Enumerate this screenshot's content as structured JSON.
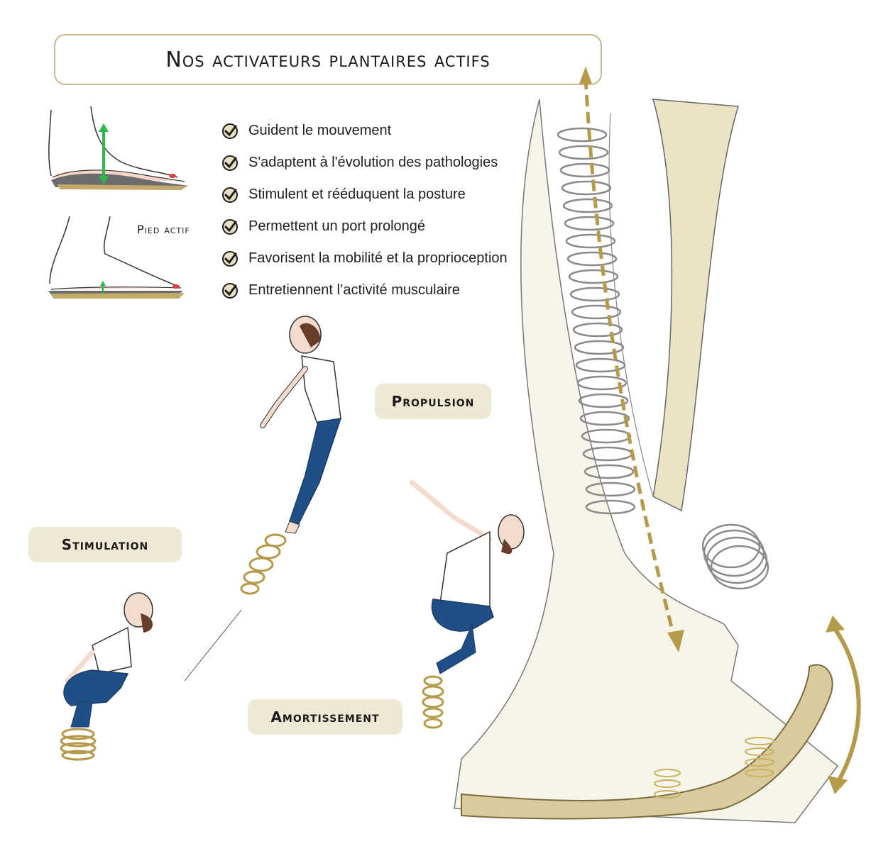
{
  "title": "Nos activateurs plantaires actifs",
  "benefits": [
    {
      "label": "Guident le mouvement"
    },
    {
      "label": "S'adaptent à l'évolution des pathologies"
    },
    {
      "label": "Stimulent et rééduquent la posture"
    },
    {
      "label": "Permettent un port prolongé"
    },
    {
      "label": "Favorisent la mobilité et la proprioception"
    },
    {
      "label": "Entretiennent l’activité musculaire"
    }
  ],
  "foot_label": "Pied actif",
  "phases": {
    "propulsion": "Propulsion",
    "stimulation": "Stimulation",
    "amortissement": "Amortissement"
  },
  "colors": {
    "accent_gold": "#b59a4a",
    "pill_bg": "#efe8d5",
    "arrow_green": "#2fb84a",
    "jeans_blue": "#1f4f86"
  }
}
